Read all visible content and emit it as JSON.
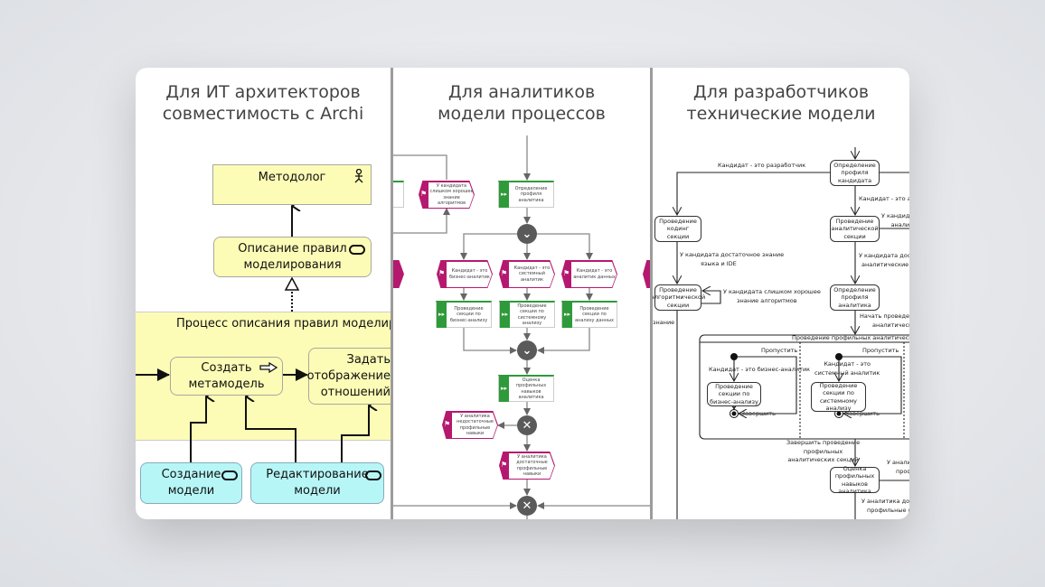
{
  "panels": [
    {
      "title": [
        "Для ИТ архитекторов",
        "совместимость с Archi"
      ],
      "nodes": {
        "methodologist": "Методолог",
        "rules": [
          "Описание правил",
          "моделирования"
        ],
        "process": "Процесс описания правил моделирования",
        "create_meta": [
          "Создать",
          "метамодель"
        ],
        "set_display": [
          "Задать",
          "отображение",
          "отношений"
        ],
        "create_model": [
          "Создание",
          "модели"
        ],
        "edit_model": [
          "Редактирование",
          "модели"
        ]
      },
      "colors": {
        "business": "#fcfcb6",
        "application": "#b7f6f7"
      }
    },
    {
      "title": [
        "Для аналитиков",
        "модели процессов"
      ],
      "nodes": {
        "f_profile": "Определение профиля аналитика",
        "e_too_good": "У кандидата слишком хорошее знание алгоритмов",
        "e_ba": "Кандидат - это бизнес-аналитик",
        "e_sa": "Кандидат - это системный аналитик",
        "e_da": "Кандидат - это аналитик данных",
        "f_ba": "Проведение секции по бизнес-анализу",
        "f_sa": "Проведение секции по системному анализу",
        "f_da": "Проведение секции по анализу данных",
        "f_assess": "Оценка профильных навыков аналитика",
        "e_insufficient": "У аналитика недостаточные профильные навыки",
        "e_sufficient": "У аналитика достаточные профильные навыки"
      },
      "colors": {
        "function": "#2e9a3a",
        "event": "#b5196f",
        "gateway": "#5a5a5a"
      }
    },
    {
      "title": [
        "Для разработчиков",
        "технические модели"
      ],
      "nodes": {
        "s_cand": "Определение профиля кандидата",
        "s_coding": "Проведение кодинг секции",
        "s_analyt": "Проведение аналитической секции",
        "s_algo": "Проведение алгоритмической секции",
        "s_prof": "Определение профиля аналитика",
        "container": "Проведение профильных аналитических секций",
        "s_ba": "Проведение секции по бизнес-анализу",
        "s_sa": "Проведение секции по системному анализу",
        "s_assess": "Оценка профильных навыков аналитика"
      },
      "labels": {
        "dev": "Кандидат - это разработчик",
        "analyst": "Кандидат - это анал",
        "too_good_right": [
          "У кандидат",
          "аналити"
        ],
        "lang_ide": [
          "У кандидата достаточное знание",
          "языка и IDE"
        ],
        "too_good": [
          "У кандидата слишком хорошее",
          "знание алгоритмов"
        ],
        "knowledge": "знание",
        "sufficient_an": [
          "У кандидата достато",
          "аналитические зна"
        ],
        "start": [
          "Начать проведение",
          "аналитических"
        ],
        "skip1": "Пропустить",
        "skip2": "Пропустить",
        "is_ba": "Кандидат - это бизнес-аналитик",
        "is_sa": [
          "Кандидат - это",
          "системный аналитик"
        ],
        "finish1": "Завершить",
        "finish2": "Завершить",
        "finish_all": [
          "Завершить проведение",
          "профильных",
          "аналитических секций"
        ],
        "insufficient": [
          "У аналит",
          "проф"
        ],
        "sufficient": [
          "У аналитика достат",
          "профильные на"
        ]
      }
    }
  ]
}
